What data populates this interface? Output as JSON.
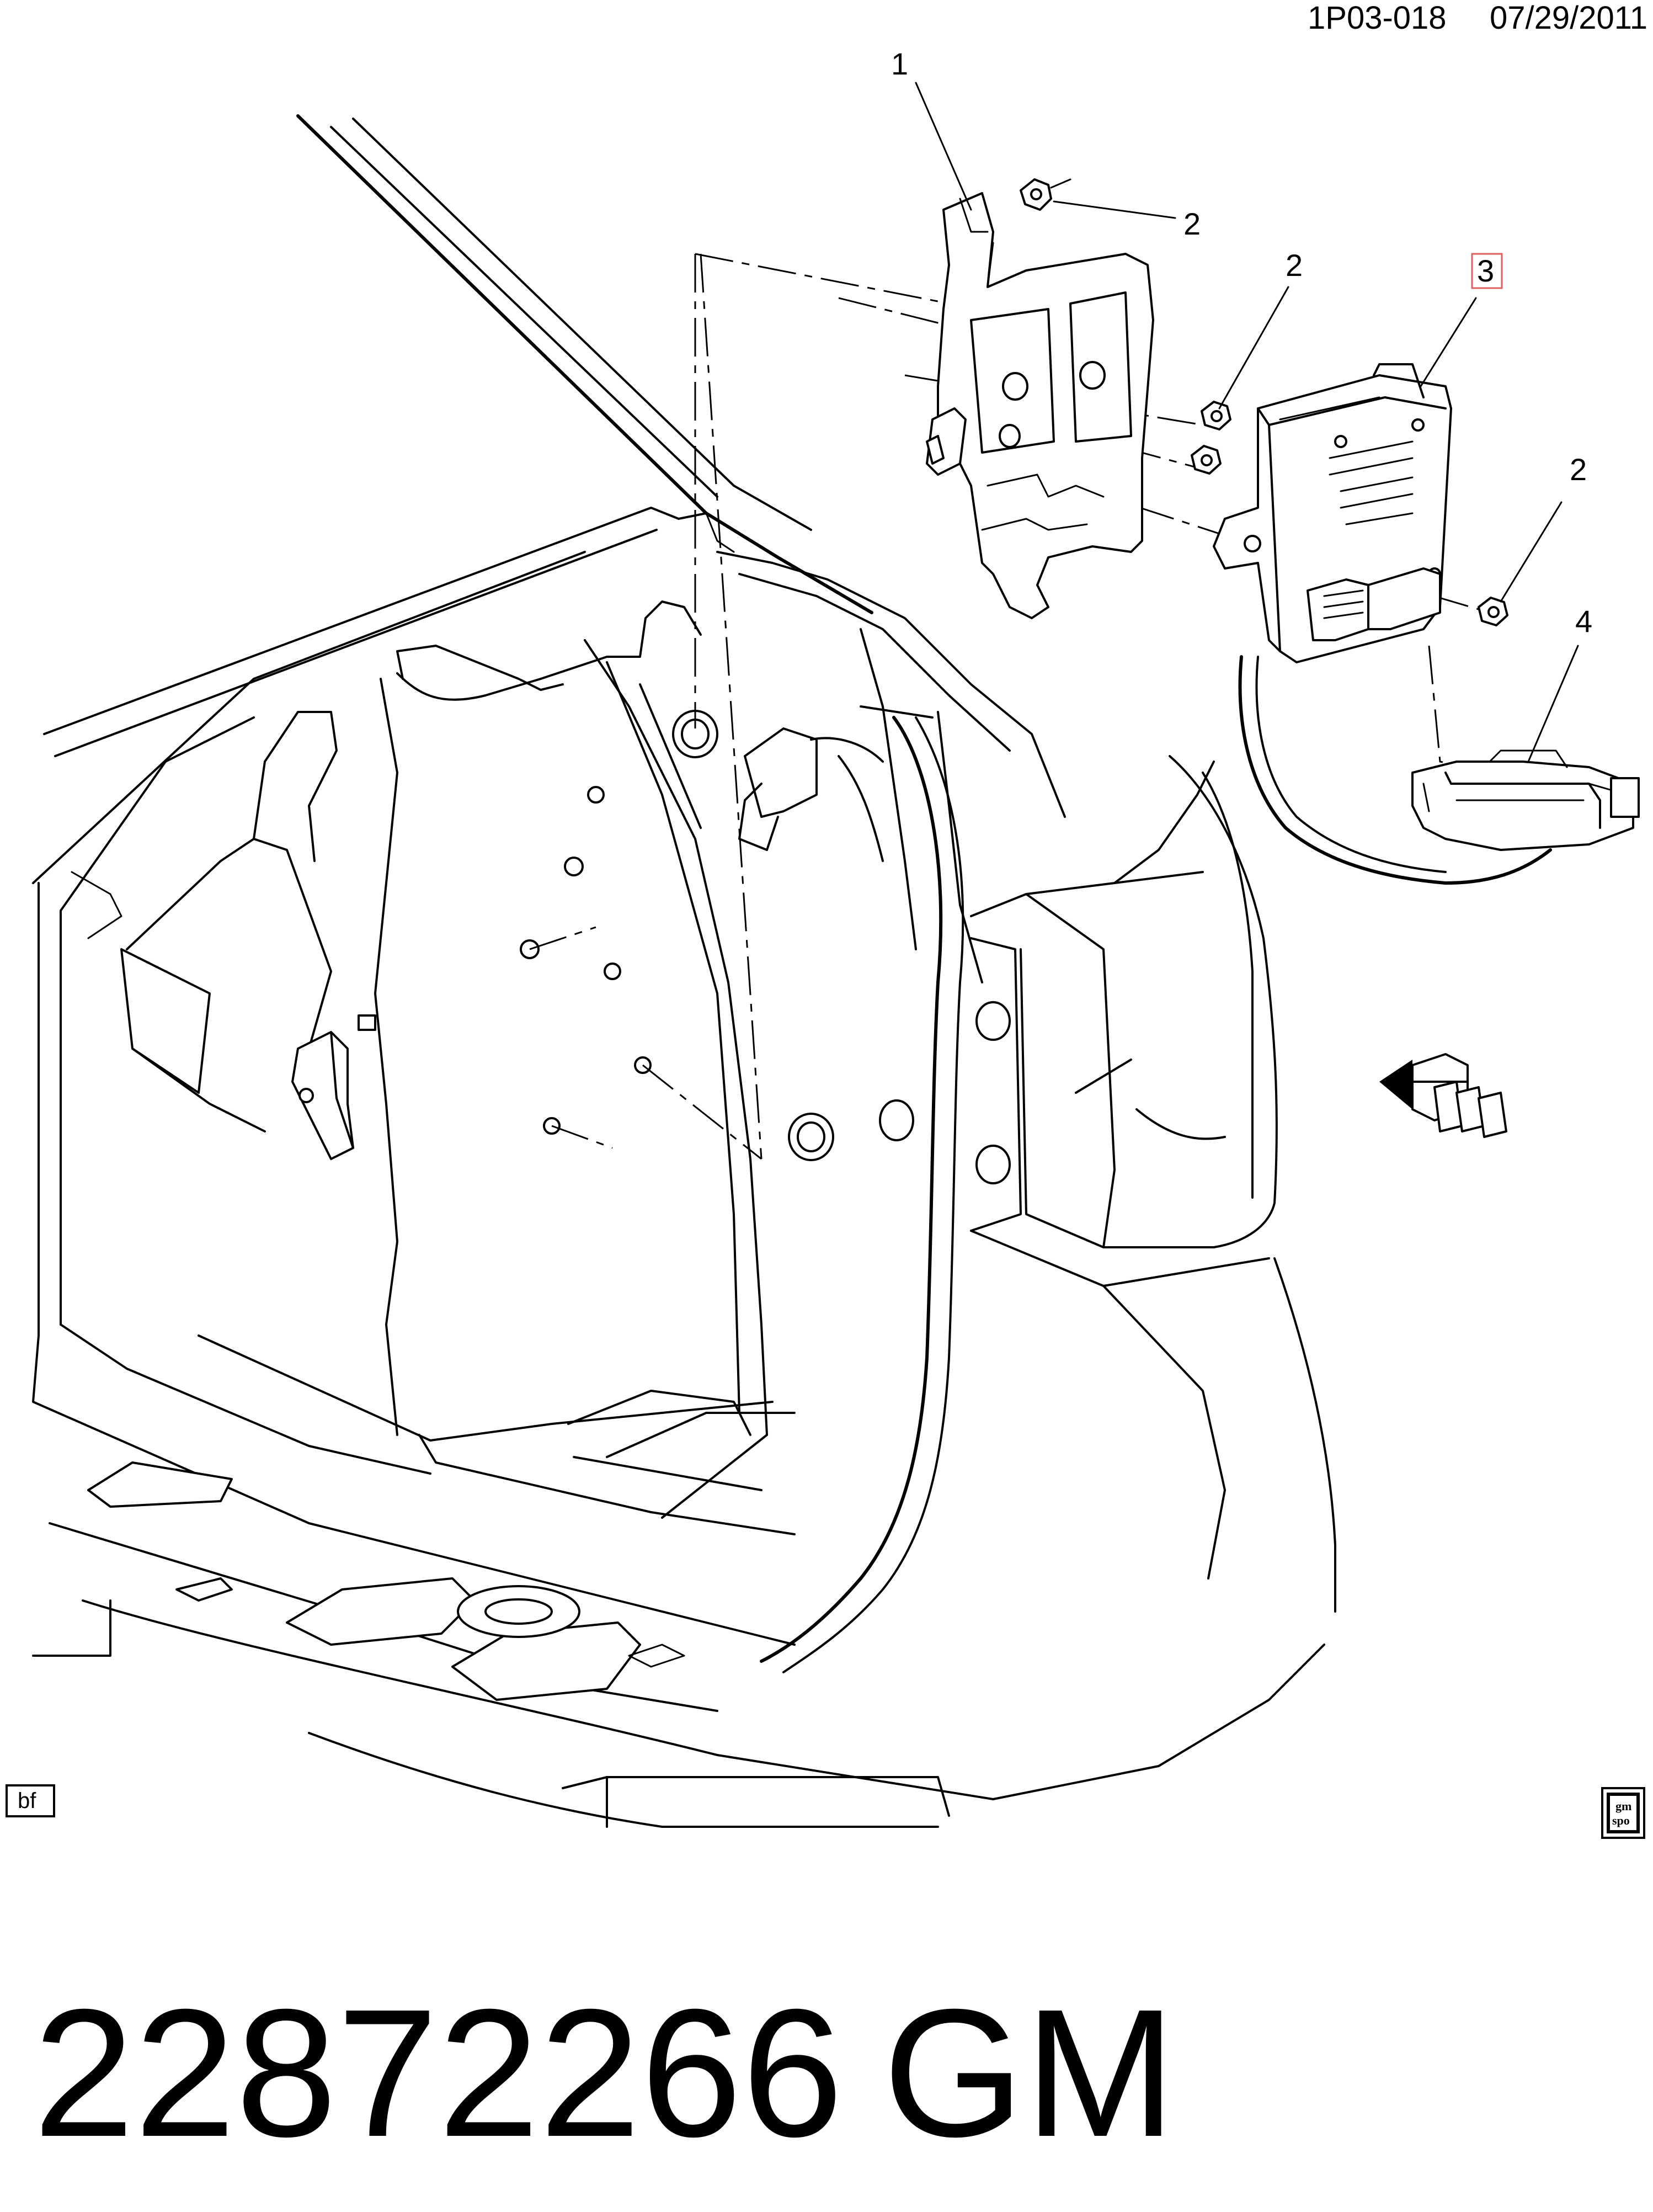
{
  "header": {
    "drawing_id": "1P03-018",
    "date": "07/29/2011"
  },
  "callouts": {
    "item_1": "1",
    "item_2": "2",
    "item_3": "3",
    "item_4": "4"
  },
  "badges": {
    "corner_left": "bf",
    "logo_line_1": "gm",
    "logo_line_2": "spo"
  },
  "footer": {
    "part_number": "22872266",
    "brand": "GM"
  },
  "colors": {
    "line": "#000000",
    "background": "#ffffff",
    "highlight_box": "#e06060"
  },
  "icons": {
    "view_indicator": "front-view-arrow-icon",
    "logo": "gm-spo-logo-icon"
  }
}
